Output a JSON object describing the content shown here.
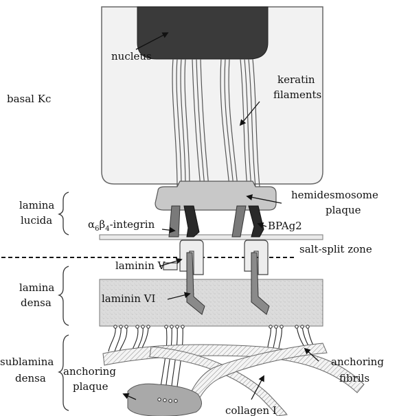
{
  "labels": {
    "nucleus": "nucleus",
    "keratin_1": "keratin",
    "keratin_2": "filaments",
    "basal_kc": "basal Kc",
    "lamina_lucida_1": "lamina",
    "lamina_lucida_2": "lucida",
    "hemidesmosome_1": "hemidesmosome",
    "hemidesmosome_2": "plaque",
    "integrin_alpha": "α",
    "integrin_alpha_sub": "6",
    "integrin_beta": "β",
    "integrin_beta_sub": "4",
    "integrin_suffix": "-integrin",
    "bpag2": "BPAg2",
    "salt_split": "salt-split zone",
    "laminin_v": "laminin V",
    "lamina_densa_1": "lamina",
    "lamina_densa_2": "densa",
    "laminin_vi": "laminin VI",
    "sublamina_1": "sublamina",
    "sublamina_2": "densa",
    "anchoring_plaque_1": "anchoring",
    "anchoring_plaque_2": "plaque",
    "anchoring_fibrils_1": "anchoring",
    "anchoring_fibrils_2": "fibrils",
    "collagen": "collagen I"
  },
  "colors": {
    "cell_fill": "#f2f2f2",
    "nucleus_fill": "#3a3a3a",
    "plaque_fill": "#c8c8c8",
    "dark_protein": "#2a2a2a",
    "mid_protein": "#7a7a7a",
    "lamina_densa_fill": "#d9d9d9",
    "fiber_fill": "#efefef",
    "anchoring_plaque_fill": "#a9a9a9"
  }
}
